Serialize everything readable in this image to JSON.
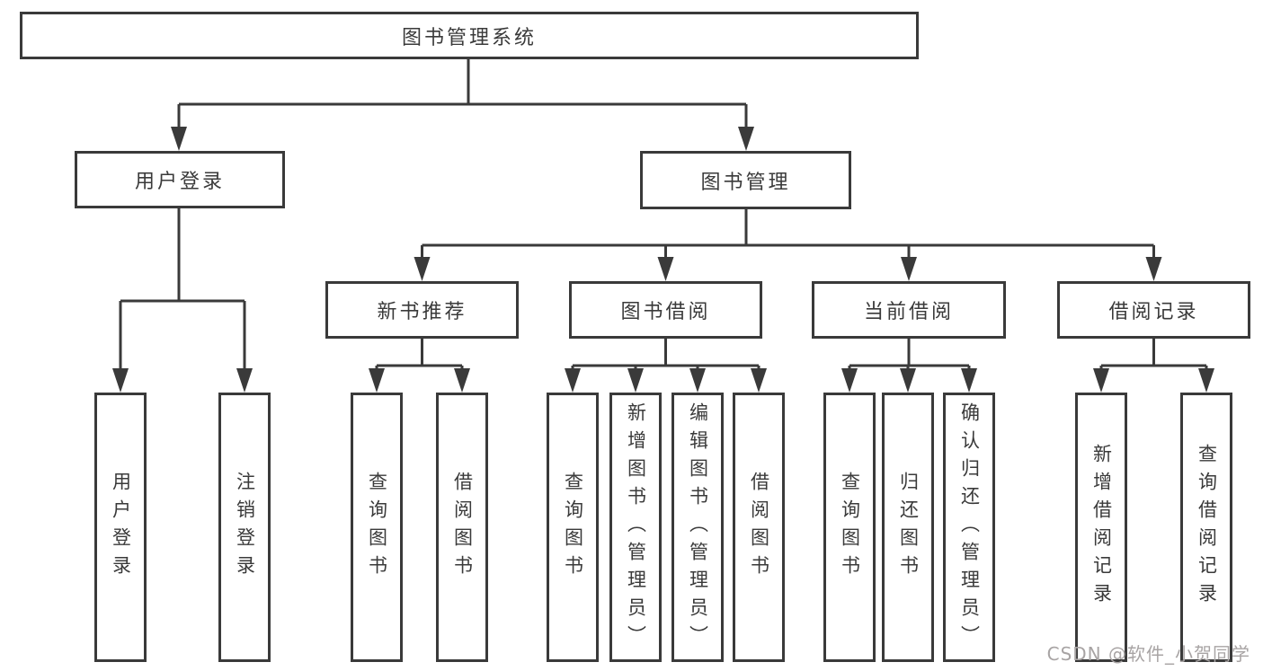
{
  "diagram": {
    "root": {
      "label": "图书管理系统"
    },
    "branches": [
      {
        "label": "用户登录",
        "children": [
          {
            "label": "用户登录"
          },
          {
            "label": "注销登录"
          }
        ]
      },
      {
        "label": "图书管理",
        "children": [
          {
            "label": "新书推荐",
            "children": [
              {
                "label": "查询图书"
              },
              {
                "label": "借阅图书"
              }
            ]
          },
          {
            "label": "图书借阅",
            "children": [
              {
                "label": "查询图书"
              },
              {
                "label": "新增图书（管理员）"
              },
              {
                "label": "编辑图书（管理员）"
              },
              {
                "label": "借阅图书"
              }
            ]
          },
          {
            "label": "当前借阅",
            "children": [
              {
                "label": "查询图书"
              },
              {
                "label": "归还图书"
              },
              {
                "label": "确认归还（管理员）"
              }
            ]
          },
          {
            "label": "借阅记录",
            "children": [
              {
                "label": "新增借阅记录"
              },
              {
                "label": "查询借阅记录"
              }
            ]
          }
        ]
      }
    ]
  },
  "watermark": {
    "text": "CSDN @软件_小贺同学"
  },
  "colors": {
    "line": "#3a3a3a",
    "text": "#3a3a3a",
    "watermark": "#a8a4a4",
    "background": "#ffffff"
  }
}
